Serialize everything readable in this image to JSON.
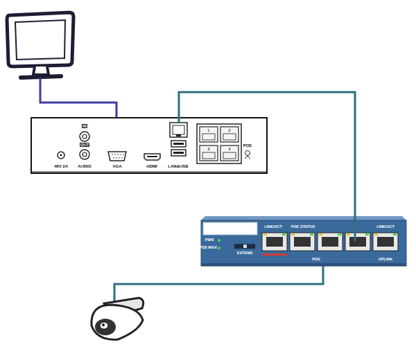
{
  "diagram": {
    "nodes": [
      {
        "text": [
          "IN",
          "OUT",
          "AUDIO",
          "48V 2A",
          "VGA",
          "HDMI",
          "LAN&USB",
          "1",
          "2",
          "3",
          "4",
          "POE"
        ]
      },
      {
        "text": [
          "PWR",
          "POE-MAX",
          "EXTEND",
          "LINK/ACT",
          "POE STATUS",
          "POE",
          "LINK/ACT",
          "UPLINK"
        ]
      }
    ],
    "edges": [
      {
        "from": 0,
        "to": 1,
        "arrow": "none"
      }
    ]
  }
}
